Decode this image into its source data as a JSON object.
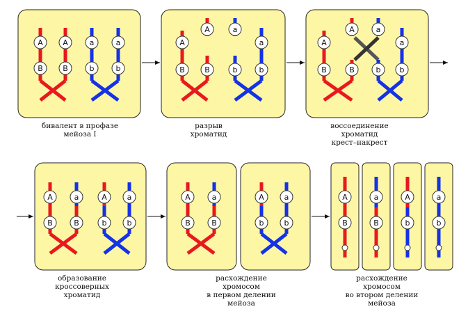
{
  "colors": {
    "panel_fill": "#fdf6a4",
    "panel_stroke": "#222222",
    "red": "#e8191e",
    "blue": "#1432e6",
    "allele_fill": "#ffffff",
    "arrow": "#111111"
  },
  "captions": [
    [
      "бивалент в профазе",
      "мейоза I"
    ],
    [
      "разрыв",
      "хроматид"
    ],
    [
      "воссоединение",
      "хроматид",
      "крест–накрест"
    ],
    [
      "образование",
      "кроссоверных",
      "хроматид"
    ],
    [
      "расхождение",
      "хромосом",
      "в первом делении",
      "мейоза"
    ],
    [
      "расхождение",
      "хромосом",
      "во втором делении",
      "мейоза"
    ]
  ],
  "alleles": {
    "big_a": "A",
    "small_a": "a",
    "big_b": "B",
    "small_b": "b"
  }
}
